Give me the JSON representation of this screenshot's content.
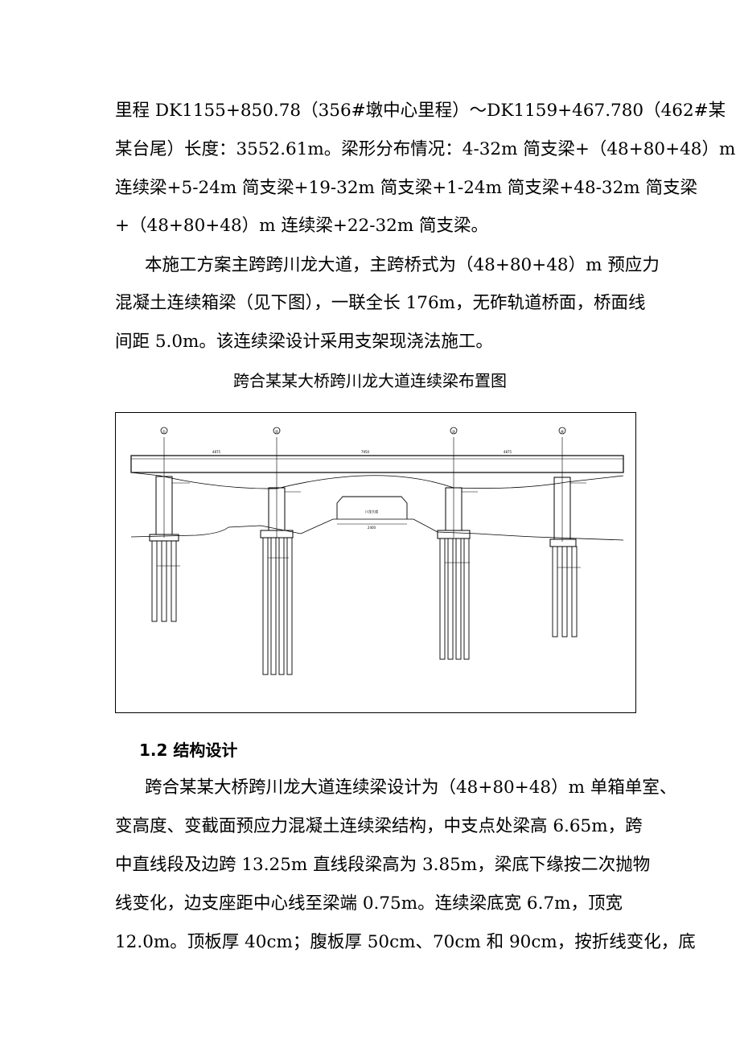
{
  "paragraph1": {
    "lines": [
      "里程 DK1155+850.78（356#墩中心里程）～DK1159+467.780（462#某",
      "某台尾）长度：3552.61m。梁形分布情况：4-32m 简支梁+（48+80+48）m",
      "连续梁+5-24m 简支梁+19-32m 简支梁+1-24m 简支梁+48-32m 简支梁",
      "+（48+80+48）m 连续梁+22-32m 简支梁。"
    ]
  },
  "paragraph2": {
    "lines": [
      "本施工方案主跨跨川龙大道，主跨桥式为（48+80+48）m 预应力",
      "混凝土连续箱梁（见下图），一联全长 176m，无砟轨道桥面，桥面线",
      "间距 5.0m。该连续梁设计采用支架现浇法施工。"
    ]
  },
  "figure": {
    "caption": "跨合某某大桥跨川龙大道连续梁布置图",
    "pier_markers": [
      "①",
      "②",
      "③",
      "④"
    ],
    "span_labels": [
      "4875",
      "7950",
      "4875"
    ],
    "road_label": "川龙大道",
    "road_width": "2400"
  },
  "section": {
    "heading": "1.2 结构设计"
  },
  "paragraph3": {
    "lines": [
      "跨合某某大桥跨川龙大道连续梁设计为（48+80+48）m 单箱单室、",
      "变高度、变截面预应力混凝土连续梁结构，中支点处梁高 6.65m，跨",
      "中直线段及边跨 13.25m 直线段梁高为 3.85m，梁底下缘按二次抛物",
      "线变化，边支座距中心线至梁端 0.75m。连续梁底宽 6.7m，顶宽",
      "12.0m。顶板厚 40cm；腹板厚 50cm、70cm 和 90cm，按折线变化，底"
    ]
  }
}
